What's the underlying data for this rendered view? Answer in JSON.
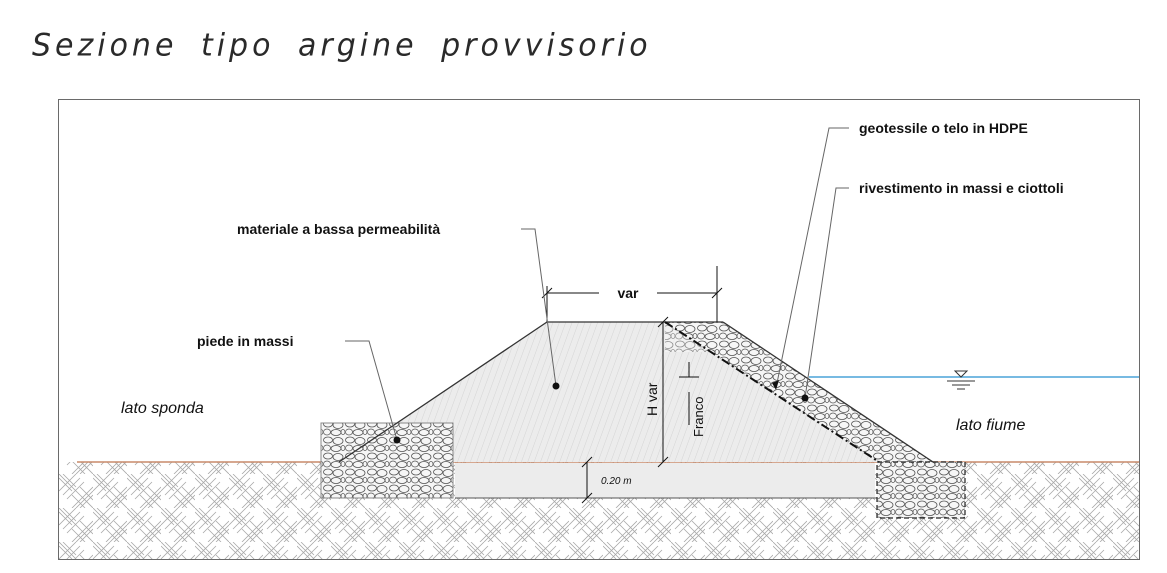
{
  "title": "Sezione tipo argine provvisorio",
  "labels": {
    "geotextile": "geotessile o telo in HDPE",
    "lining": "rivestimento in massi e ciottoli",
    "fill": "materiale a bassa permeabilità",
    "toe": "piede in massi",
    "bank_side": "lato sponda",
    "river_side": "lato fiume"
  },
  "dimensions": {
    "crest_width": "var",
    "height": "H var",
    "freeboard": "Franco",
    "depth": "0.20 m"
  },
  "colors": {
    "ground_line": "#c98a6a",
    "water_line": "#4aa3d8",
    "fill": "#e9e9e9",
    "hatch": "#9a9a9a"
  }
}
